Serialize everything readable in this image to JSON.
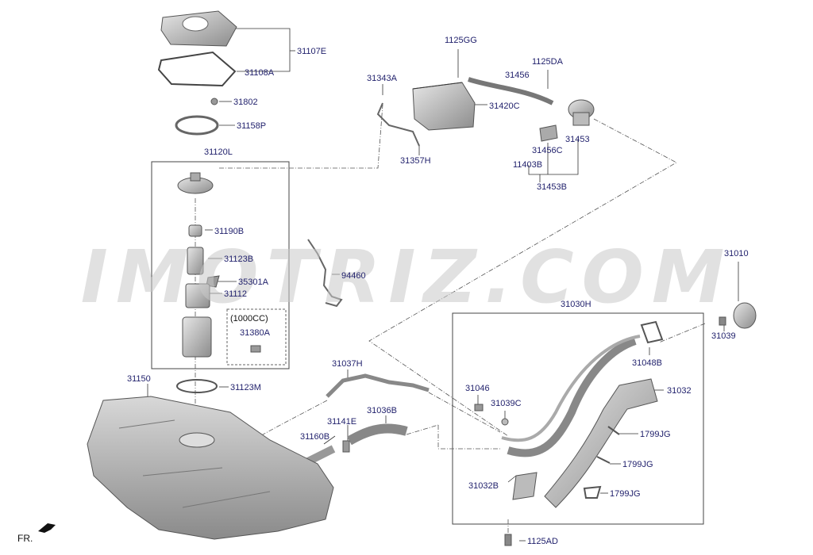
{
  "watermark": "IMOTRIZ.COM",
  "orientation_label": "FR.",
  "boxes": {
    "pump_module": "31120L",
    "filler_neck_group": "31030H",
    "option_box_line1": "(1000CC)",
    "option_box_line2": "31380A"
  },
  "parts": {
    "p31107E": "31107E",
    "p31108A": "31108A",
    "p31802": "31802",
    "p31158P": "31158P",
    "p31190B": "31190B",
    "p31123B": "31123B",
    "p35301A": "35301A",
    "p31112": "31112",
    "p1125GG": "1125GG",
    "p31343A": "31343A",
    "p31456": "31456",
    "p1125DA": "1125DA",
    "p31420C": "31420C",
    "p31357H": "31357H",
    "p31456C": "31456C",
    "p31453": "31453",
    "p11403B": "11403B",
    "p31453B": "31453B",
    "p94460": "94460",
    "p31010": "31010",
    "p31039": "31039",
    "p31048B": "31048B",
    "p31032": "31032",
    "p31046": "31046",
    "p31039C": "31039C",
    "p1799JG_a": "1799JG",
    "p1799JG_b": "1799JG",
    "p1799JG_c": "1799JG",
    "p31032B": "31032B",
    "p1125AD": "1125AD",
    "p31037H": "31037H",
    "p31141E": "31141E",
    "p31036B": "31036B",
    "p31160B": "31160B",
    "p31150": "31150",
    "p31123M": "31123M"
  }
}
